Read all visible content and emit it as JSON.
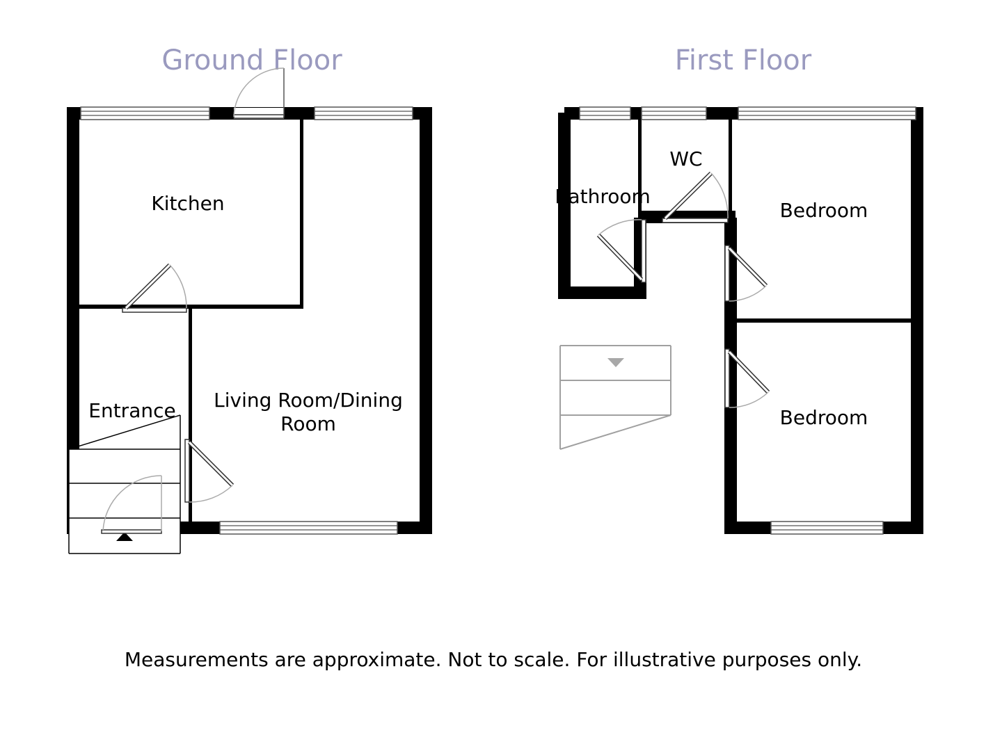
{
  "floors": {
    "ground": {
      "title": "Ground Floor",
      "rooms": {
        "kitchen": "Kitchen",
        "entrance": "Entrance",
        "living_line1": "Living Room/Dining",
        "living_line2": "Room"
      }
    },
    "first": {
      "title": "First Floor",
      "rooms": {
        "bathroom": "Bathroom",
        "wc": "WC",
        "bedroom1": "Bedroom",
        "bedroom2": "Bedroom"
      }
    }
  },
  "disclaimer": "Measurements are approximate. Not to scale. For illustrative purposes only.",
  "colors": {
    "title": "#9a9abf",
    "wall": "#000000",
    "stair_first": "#a0a0a0"
  }
}
